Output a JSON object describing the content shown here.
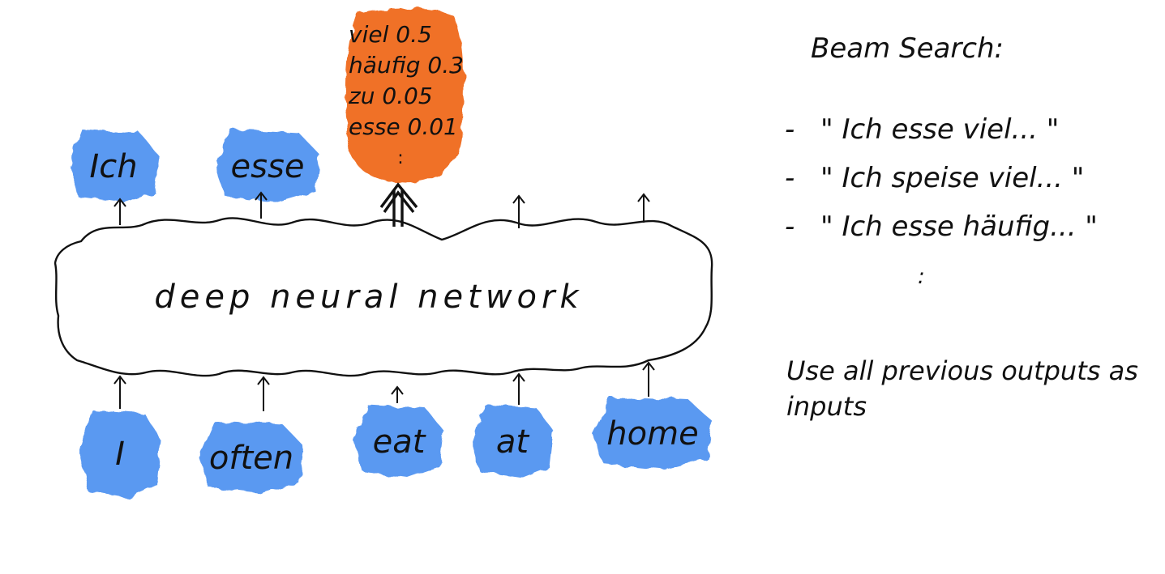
{
  "colors": {
    "token_blue": "#4a8ef0",
    "prob_orange": "#f06a1e",
    "ink": "#111111",
    "cloud_fill": "#ffffff"
  },
  "diagram": {
    "network_label": "deep neural network",
    "inputs": [
      "I",
      "often",
      "eat",
      "at",
      "home"
    ],
    "outputs": [
      "Ich",
      "esse"
    ],
    "candidates": [
      {
        "word": "viel",
        "prob": "0.5"
      },
      {
        "word": "häufig",
        "prob": "0.3"
      },
      {
        "word": "zu",
        "prob": "0.05"
      },
      {
        "word": "esse",
        "prob": "0.01"
      }
    ],
    "candidates_more": ":"
  },
  "notes": {
    "title": "Beam Search:",
    "items": [
      "\" Ich esse viel... \"",
      "\" Ich speise viel... \"",
      "\" Ich esse häufig... \""
    ],
    "item_prefix": "-",
    "ellipsis": ":",
    "footer": "Use all previous outputs as inputs"
  }
}
